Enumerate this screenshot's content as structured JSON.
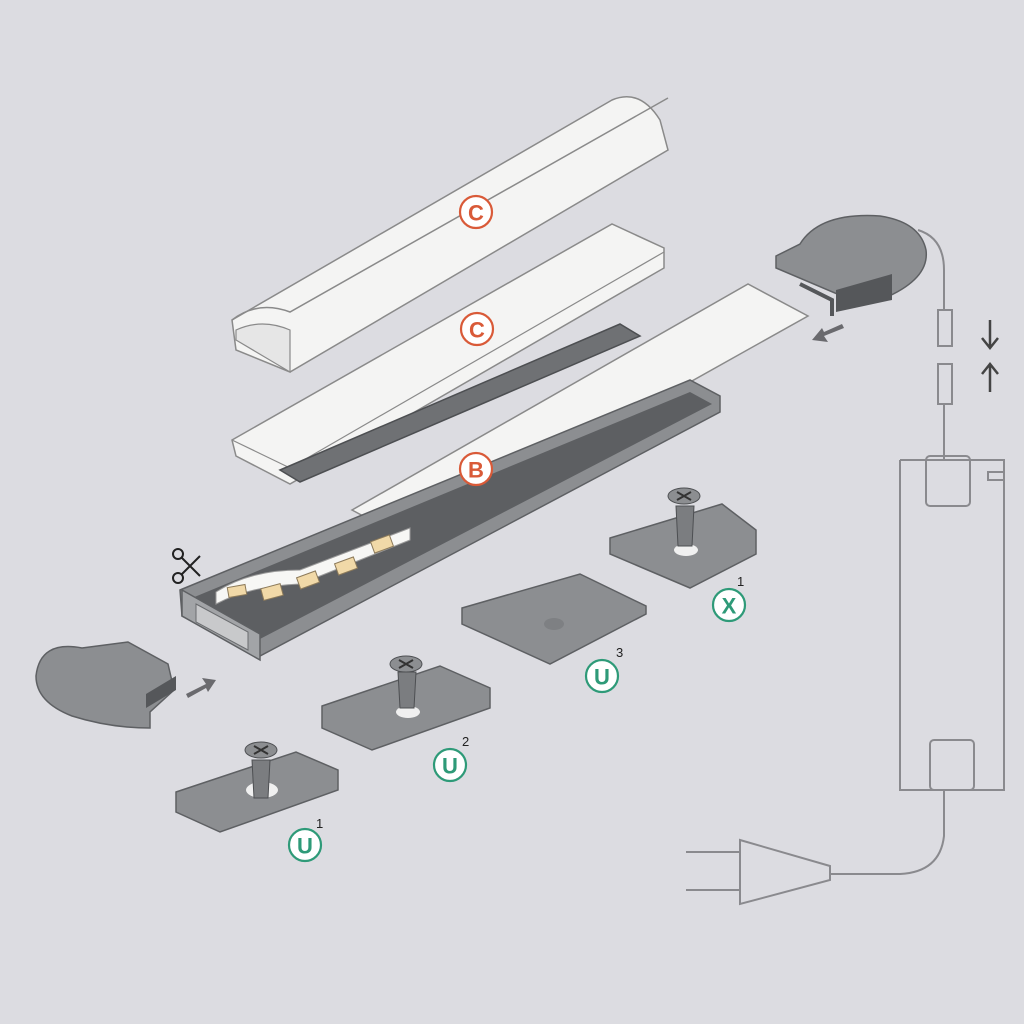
{
  "labels": {
    "cover_round": "C",
    "cover_flat": "C",
    "profile": "B",
    "clip_u1": "U",
    "clip_u1_sup": "1",
    "clip_u2": "U",
    "clip_u2_sup": "2",
    "clip_u3": "U",
    "clip_u3_sup": "3",
    "clip_x1": "X",
    "clip_x1_sup": "1"
  },
  "colors": {
    "background": "#dcdce1",
    "label_red": "#d95a38",
    "label_green": "#2e9a78",
    "metal": "#8c8e91",
    "diffuser": "#f4f4f3"
  },
  "icons": {
    "cut": "scissors-icon",
    "assembly_arrows": "arrow-icon",
    "connector_push": "compress-arrows-icon"
  }
}
